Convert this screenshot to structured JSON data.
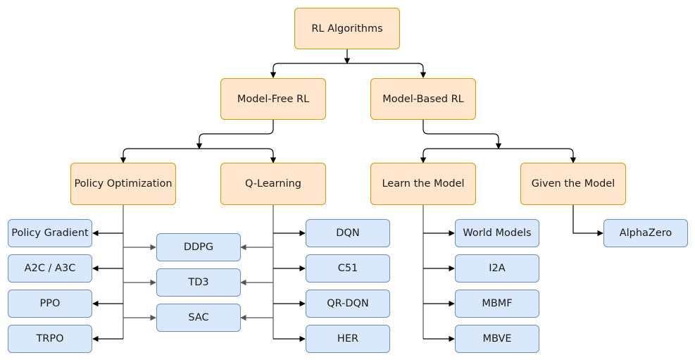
{
  "diagram": {
    "root": "RL Algorithms",
    "model_free": "Model-Free RL",
    "model_based": "Model-Based RL",
    "policy_optimization": "Policy Optimization",
    "q_learning": "Q-Learning",
    "learn_the_model": "Learn the Model",
    "given_the_model": "Given the Model",
    "policy_optimization_children": [
      "Policy Gradient",
      "A2C / A3C",
      "PPO",
      "TRPO"
    ],
    "shared_children": [
      "DDPG",
      "TD3",
      "SAC"
    ],
    "q_learning_children": [
      "DQN",
      "C51",
      "QR-DQN",
      "HER"
    ],
    "learn_the_model_children": [
      "World Models",
      "I2A",
      "MBMF",
      "MBVE"
    ],
    "given_the_model_children": [
      "AlphaZero"
    ]
  },
  "colors": {
    "category_fill": "#ffe6cc",
    "category_border": "#d79b00",
    "algorithm_fill": "#dae8fc",
    "algorithm_border": "#6c8ebf",
    "connector_dark": "#000000",
    "connector_gray": "#555555"
  }
}
